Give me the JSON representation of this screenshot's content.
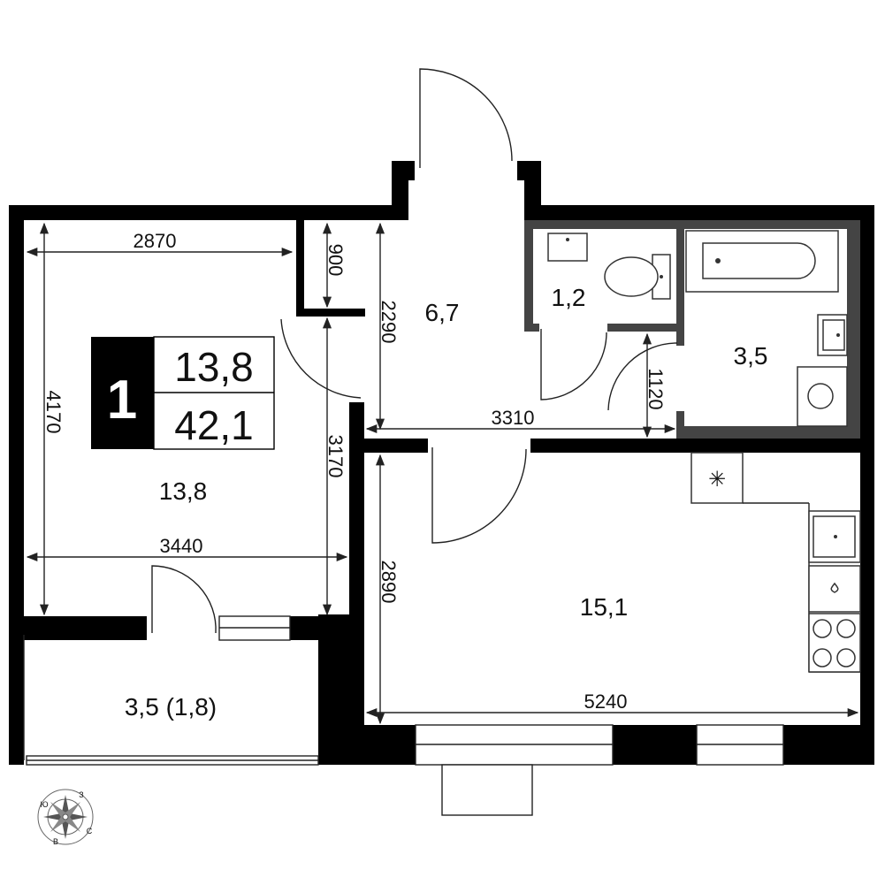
{
  "badge": {
    "rooms": "1",
    "living_area": "13,8",
    "total_area": "42,1"
  },
  "rooms": {
    "living_room": "13,8",
    "hall": "6,7",
    "wc": "1,2",
    "bathroom": "3,5",
    "kitchen": "15,1",
    "balcony": "3,5 (1,8)"
  },
  "dimensions": {
    "living_width_top": "2870",
    "closet_depth": "900",
    "hall_length": "2290",
    "living_height": "4170",
    "living_width_bottom": "3440",
    "living_right_height": "3170",
    "hall_width": "3310",
    "bathroom_door": "1120",
    "kitchen_height": "2890",
    "kitchen_width": "5240"
  },
  "compass": {
    "north": "З",
    "west": "Ю",
    "south": "В",
    "east": "С"
  },
  "colors": {
    "walls": "#000000",
    "partitions": "#444444",
    "background": "#ffffff"
  }
}
